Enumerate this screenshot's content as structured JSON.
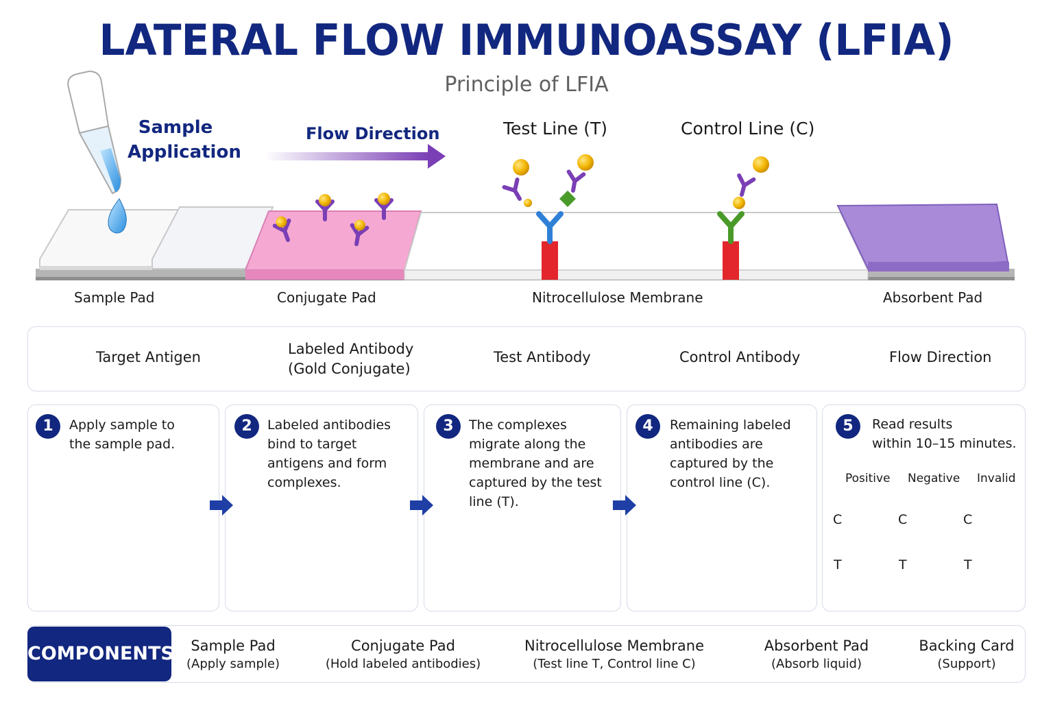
{
  "title": "LATERAL FLOW IMMUNOASSAY (LFIA)",
  "subtitle": "Principle of LFIA",
  "diagram": {
    "sample_application": [
      "Sample",
      "Application"
    ],
    "flow_direction": "Flow Direction",
    "test_line": "Test Line (T)",
    "control_line": "Control Line (C)",
    "pads": [
      "Sample Pad",
      "Conjugate Pad",
      "Nitrocellulose Membrane",
      "Absorbent Pad"
    ]
  },
  "legend": [
    {
      "icon": "diamond-icon",
      "label": "Target Antigen",
      "label2": ""
    },
    {
      "icon": "labeled-antibody-icon",
      "label": "Labeled Antibody",
      "label2": "(Gold Conjugate)"
    },
    {
      "icon": "test-antibody-icon",
      "label": "Test Antibody",
      "label2": ""
    },
    {
      "icon": "control-antibody-icon",
      "label": "Control Antibody",
      "label2": ""
    },
    {
      "icon": "arrow-icon",
      "label": "Flow Direction",
      "label2": ""
    }
  ],
  "steps": [
    {
      "number": "1",
      "lines": [
        "Apply sample to",
        "the sample pad."
      ]
    },
    {
      "number": "2",
      "lines": [
        "Labeled antibodies",
        "bind to target",
        "antigens and form",
        "complexes."
      ]
    },
    {
      "number": "3",
      "lines": [
        "The complexes",
        "migrate along the",
        "membrane and are",
        "captured by the test",
        "line (T)."
      ]
    },
    {
      "number": "4",
      "lines": [
        "Remaining labeled",
        "antibodies are",
        "captured by the",
        "control line (C)."
      ]
    },
    {
      "number": "5",
      "lines": [
        "Read results",
        "within 10–15 minutes."
      ]
    }
  ],
  "results": {
    "columns": [
      "Positive",
      "Negative",
      "Invalid"
    ],
    "c_label": "C",
    "t_label": "T"
  },
  "components": {
    "header": "COMPONENTS",
    "items": [
      {
        "name": "Sample Pad",
        "sub": "(Apply sample)"
      },
      {
        "name": "Conjugate Pad",
        "sub": "(Hold labeled antibodies)"
      },
      {
        "name": "Nitrocellulose Membrane",
        "sub": "(Test line T, Control line C)"
      },
      {
        "name": "Absorbent Pad",
        "sub": "(Absorb liquid)"
      },
      {
        "name": "Backing Card",
        "sub": "(Support)"
      }
    ]
  },
  "colors": {
    "navy": "#12277f",
    "purple": "#7a3fb5",
    "blue": "#2f80d6",
    "green": "#4a9a2a",
    "gold": "#f2b705",
    "red": "#e3262b",
    "pink": "#f2a3cf",
    "lavender": "#a98ad8"
  }
}
